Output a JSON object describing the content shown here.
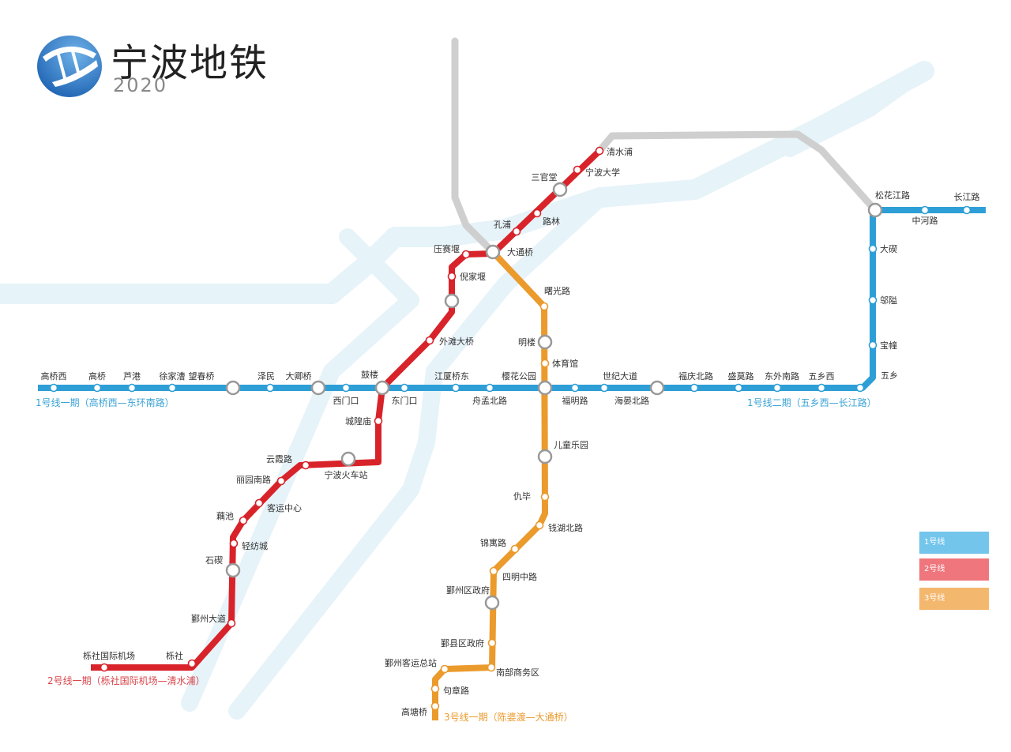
{
  "header": {
    "title": "宁波地铁",
    "year": "2020"
  },
  "colors": {
    "line1": "#2e9fd6",
    "line2": "#d8232a",
    "line3": "#eb9a2c",
    "planned": "#cfcfcf",
    "river": "#e3f2f8"
  },
  "legend": [
    {
      "label": "1号线",
      "color": "#5bbbe8"
    },
    {
      "label": "2号线",
      "color": "#ec5f66"
    },
    {
      "label": "3号线",
      "color": "#f3ab55"
    }
  ],
  "captions": {
    "line1_phase1": "1号线一期（高桥西—东环南路）",
    "line1_phase2": "1号线二期（五乡西—长江路）",
    "line2_phase1": "2号线一期（栎社国际机场—清水浦）",
    "line3_phase1": "3号线一期（陈婆渡—大通桥）"
  },
  "line1": {
    "stations": [
      "高桥西",
      "高桥",
      "芦港",
      "徐家漕",
      "望春桥",
      "泽民",
      "大卿桥",
      "西门口",
      "鼓楼",
      "东门口",
      "江厦桥东",
      "舟孟北路",
      "樱花公园",
      "福明路",
      "世纪大道",
      "海晏北路",
      "福庆北路",
      "盛莫路",
      "东外南路",
      "五乡西",
      "五乡",
      "宝幢",
      "邬隘",
      "大碶",
      "松花江路",
      "中河路",
      "长江路"
    ]
  },
  "line2": {
    "stations": [
      "栎社国际机场",
      "栎社",
      "鄞州大道",
      "石碶",
      "轻纺城",
      "藕池",
      "客运中心",
      "丽园南路",
      "云霞路",
      "宁波火车站",
      "城隍庙",
      "外滩大桥",
      "倪家堰",
      "压赛堰",
      "大通桥",
      "孔浦",
      "路林",
      "三官堂",
      "宁波大学",
      "清水浦"
    ]
  },
  "line3": {
    "stations": [
      "曙光路",
      "明楼",
      "体育馆",
      "儿童乐园",
      "仇毕",
      "钱湖北路",
      "锦寓路",
      "四明中路",
      "鄞州区政府",
      "鄞县区政府",
      "南部商务区",
      "鄞州客运总站",
      "句章路",
      "高塘桥"
    ]
  }
}
